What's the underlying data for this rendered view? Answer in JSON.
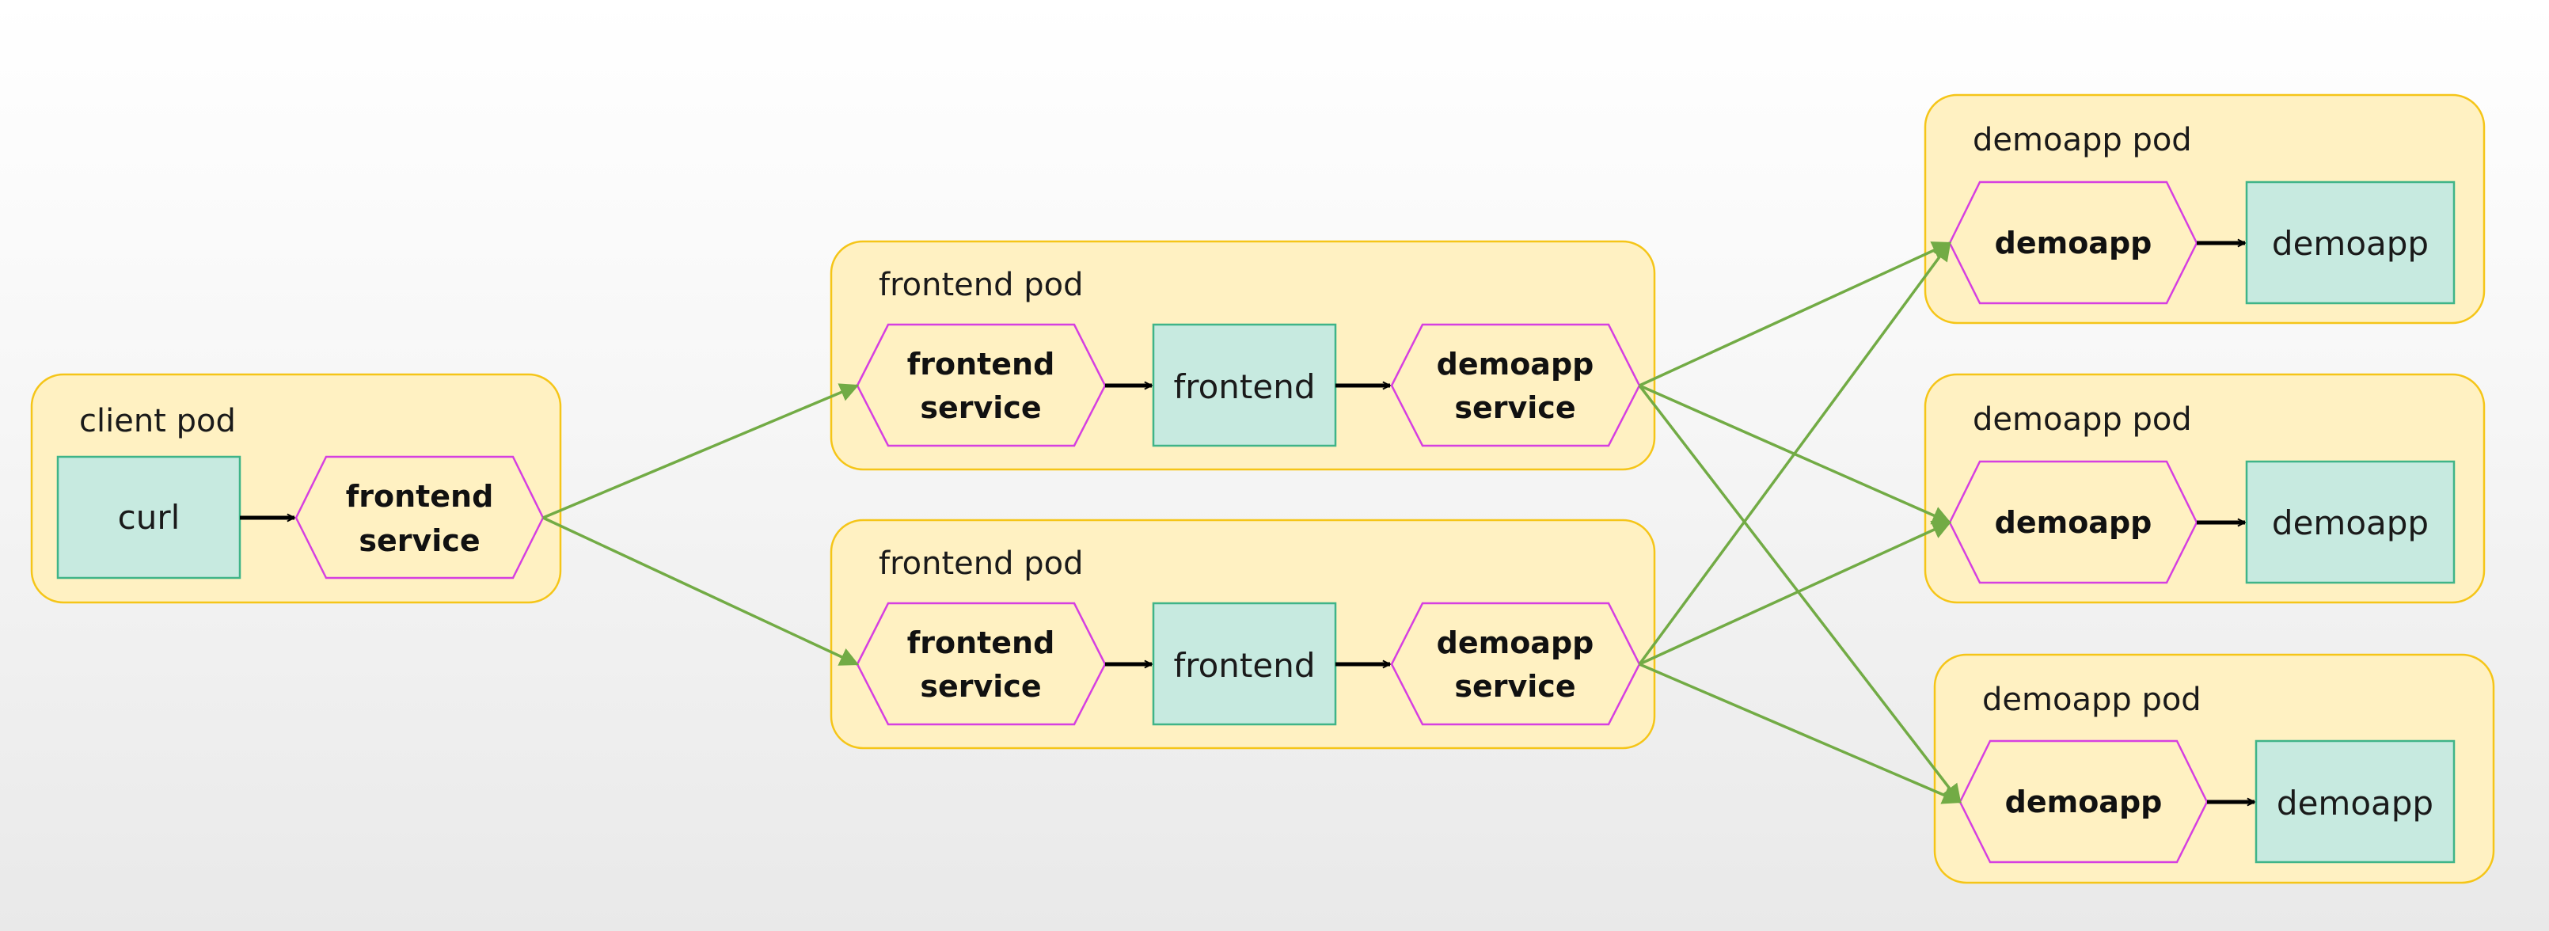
{
  "client_pod": {
    "label": "client pod",
    "container": "curl",
    "service_line1": "frontend",
    "service_line2": "service"
  },
  "frontend_pods": [
    {
      "label": "frontend pod",
      "service_line1": "frontend",
      "service_line2": "service",
      "container": "frontend",
      "out_service_line1": "demoapp",
      "out_service_line2": "service"
    },
    {
      "label": "frontend pod",
      "service_line1": "frontend",
      "service_line2": "service",
      "container": "frontend",
      "out_service_line1": "demoapp",
      "out_service_line2": "service"
    }
  ],
  "demoapp_pods": [
    {
      "label": "demoapp pod",
      "service": "demoapp",
      "container": "demoapp"
    },
    {
      "label": "demoapp pod",
      "service": "demoapp",
      "container": "demoapp"
    },
    {
      "label": "demoapp pod",
      "service": "demoapp",
      "container": "demoapp"
    }
  ],
  "colors": {
    "pod_fill": "#fff1c2",
    "pod_border": "#f5c518",
    "service_border": "#d63fe0",
    "container_fill": "#c7eae0",
    "container_border": "#3fb488",
    "traffic_arrow": "#72ab45",
    "internal_arrow": "#000000"
  }
}
